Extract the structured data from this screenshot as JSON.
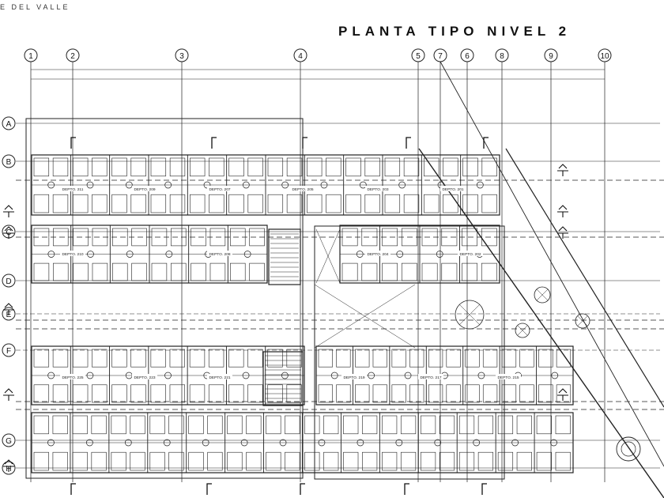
{
  "brand": "E DEL VALLE",
  "title": "PLANTA TIPO NIVEL 2",
  "grid_columns": [
    "1",
    "2",
    "3",
    "4",
    "5",
    "7",
    "6",
    "8",
    "9",
    "10"
  ],
  "grid_rows": [
    "A",
    "B",
    "C",
    "D",
    "E",
    "F",
    "G",
    "H"
  ],
  "units": [
    "DEPTO. 211",
    "DEPTO. 209",
    "DEPTO. 207",
    "DEPTO. 205",
    "DEPTO. 203",
    "DEPTO. 201",
    "DEPTO. 210",
    "DEPTO. 208",
    "DEPTO. 204",
    "DEPTO. 202",
    "DEPTO. 225",
    "DEPTO. 223",
    "DEPTO. 221",
    "DEPTO. 219",
    "DEPTO. 217",
    "DEPTO. 215"
  ]
}
